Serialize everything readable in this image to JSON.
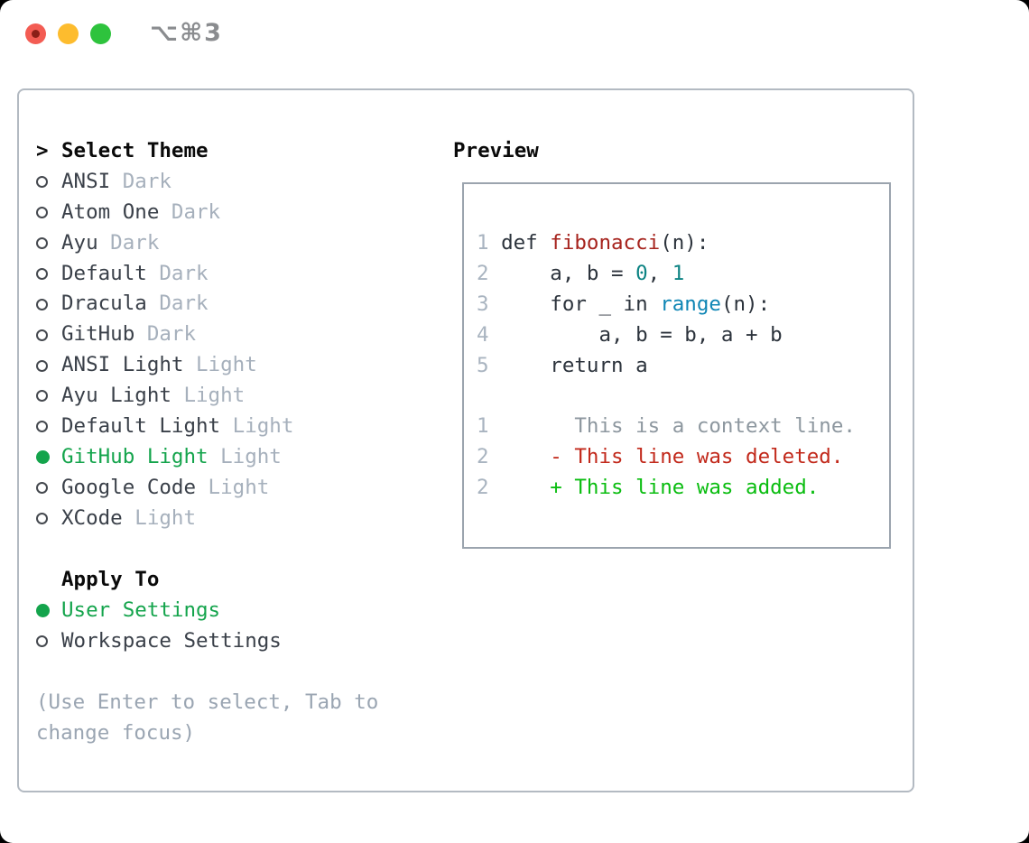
{
  "window": {
    "shortcut_label": "⌥⌘3",
    "controls": [
      "close-button",
      "minimize-button",
      "zoom-button"
    ]
  },
  "theme_picker": {
    "prompt": ">",
    "title": "Select Theme",
    "items": [
      {
        "name": "ANSI",
        "tag": "Dark",
        "selected": false
      },
      {
        "name": "Atom One",
        "tag": "Dark",
        "selected": false
      },
      {
        "name": "Ayu",
        "tag": "Dark",
        "selected": false
      },
      {
        "name": "Default",
        "tag": "Dark",
        "selected": false
      },
      {
        "name": "Dracula",
        "tag": "Dark",
        "selected": false
      },
      {
        "name": "GitHub",
        "tag": "Dark",
        "selected": false
      },
      {
        "name": "ANSI Light",
        "tag": "Light",
        "selected": false
      },
      {
        "name": "Ayu Light",
        "tag": "Light",
        "selected": false
      },
      {
        "name": "Default Light",
        "tag": "Light",
        "selected": false
      },
      {
        "name": "GitHub Light",
        "tag": "Light",
        "selected": true
      },
      {
        "name": "Google Code",
        "tag": "Light",
        "selected": false
      },
      {
        "name": "XCode",
        "tag": "Light",
        "selected": false
      }
    ]
  },
  "apply_to": {
    "title": "Apply To",
    "options": [
      {
        "name": "User Settings",
        "selected": true
      },
      {
        "name": "Workspace Settings",
        "selected": false
      }
    ]
  },
  "help_text": "(Use Enter to select, Tab to change focus)",
  "preview": {
    "title": "Preview",
    "lines": [
      {
        "num": "1",
        "segments": [
          {
            "t": "def ",
            "c": "text"
          },
          {
            "t": "fibonacci",
            "c": "func"
          },
          {
            "t": "(n):",
            "c": "text"
          }
        ]
      },
      {
        "num": "2",
        "segments": [
          {
            "t": "    a, b = ",
            "c": "text"
          },
          {
            "t": "0",
            "c": "num"
          },
          {
            "t": ", ",
            "c": "text"
          },
          {
            "t": "1",
            "c": "num"
          }
        ]
      },
      {
        "num": "3",
        "segments": [
          {
            "t": "    for _ in ",
            "c": "text"
          },
          {
            "t": "range",
            "c": "builtin"
          },
          {
            "t": "(n):",
            "c": "text"
          }
        ]
      },
      {
        "num": "4",
        "segments": [
          {
            "t": "        a, b = b, a + b",
            "c": "text"
          }
        ]
      },
      {
        "num": "5",
        "segments": [
          {
            "t": "    return a",
            "c": "text"
          }
        ]
      },
      {
        "num": "",
        "segments": []
      },
      {
        "num": "1",
        "segments": [
          {
            "t": "      This is a context line.",
            "c": "context"
          }
        ]
      },
      {
        "num": "2",
        "segments": [
          {
            "t": "    - This line was deleted.",
            "c": "deleted"
          }
        ]
      },
      {
        "num": "2",
        "segments": [
          {
            "t": "    + This line was added.",
            "c": "added"
          }
        ]
      }
    ]
  },
  "colors": {
    "accent_green": "#14a44c",
    "added_green": "#0abd10",
    "deleted_red": "#c2291b",
    "func_red": "#a6231d",
    "number_teal": "#0c8383",
    "builtin_blue": "#0f86b5",
    "code_text": "#2c333c",
    "context_gray": "#8d979f",
    "line_number": "#a9b4c0",
    "item_text": "#3a4049",
    "tag_muted": "#a6b0bc",
    "heading_text": "#0a0a0a",
    "help_text": "#9aa5b2",
    "radio_ring": "#45494f",
    "panel_border": "#b3bac2",
    "codebox_border": "#9ba4ae",
    "traffic_red": "#f35c53",
    "traffic_red_dot": "#8a1f17",
    "traffic_yellow": "#fdbc2e",
    "traffic_green": "#2ec33d",
    "shortcut_gray": "#8a8c8f"
  }
}
